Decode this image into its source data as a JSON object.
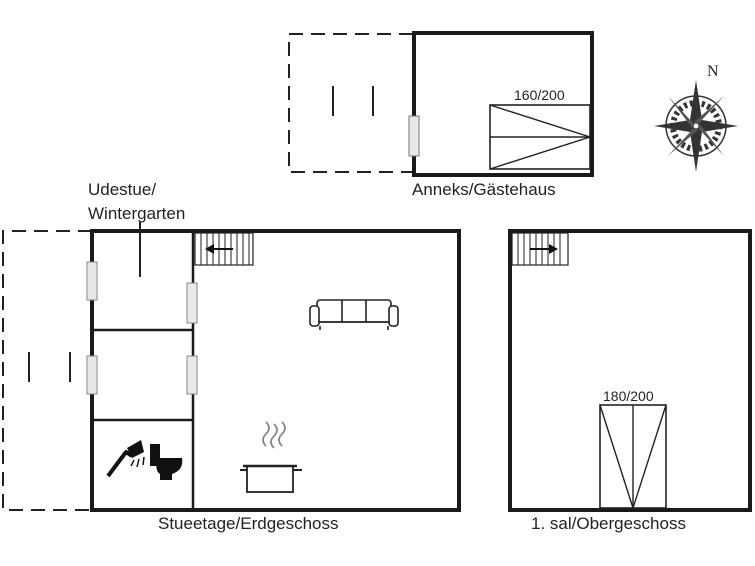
{
  "labels": {
    "annex": "Anneks/Gästehaus",
    "winter_garden_line1": "Udestue/",
    "winter_garden_line2": "Wintergarten",
    "ground_floor": "Stueetage/Erdgeschoss",
    "first_floor": "1. sal/Obergeschoss",
    "annex_bed_size": "160/200",
    "upper_bed_size": "180/200",
    "compass_north": "N"
  },
  "icons": [
    "compass-rose-icon",
    "stairs-icon",
    "sofa-icon",
    "shower-icon",
    "toilet-icon",
    "cooking-pot-icon",
    "bed-icon"
  ],
  "colors": {
    "wall": "#1a1a1a",
    "line": "#222222",
    "door_gap": "#e6e6e6"
  }
}
